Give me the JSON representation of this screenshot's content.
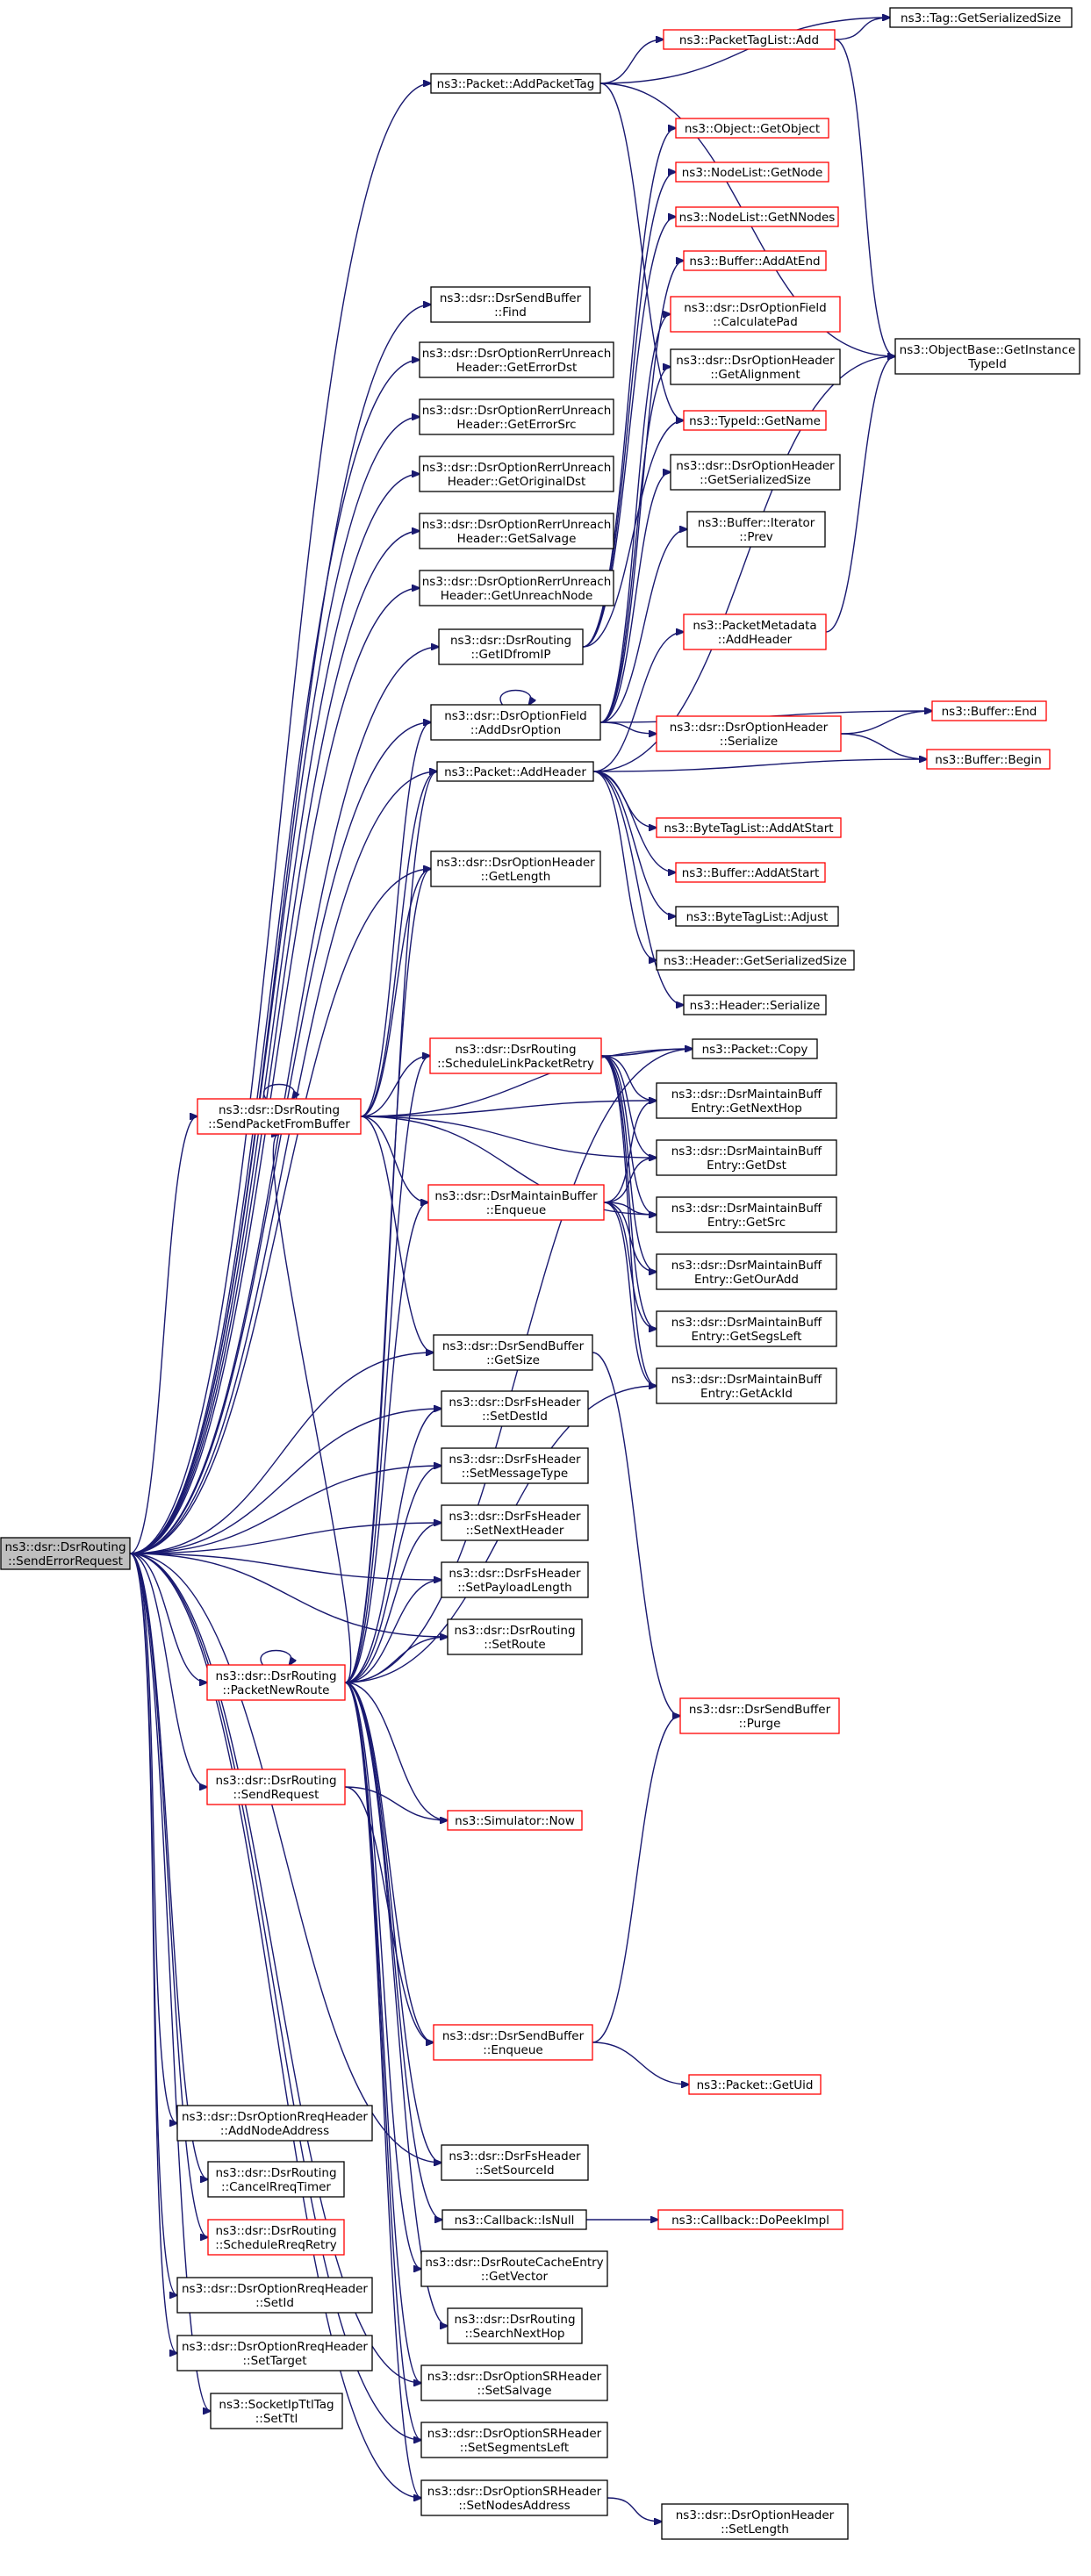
{
  "colors": {
    "edge": "#191970",
    "documented_border": "#000000",
    "undocumented_border": "#ff0000",
    "root_fill": "#bfbfbf"
  },
  "nodes": {
    "root": {
      "lines": [
        "ns3::dsr::DsrRouting",
        "::SendErrorRequest"
      ],
      "style": "root"
    },
    "pkt_addpackettag": {
      "lines": [
        "ns3::Packet::AddPacketTag"
      ],
      "style": "black"
    },
    "packettaglist_add": {
      "lines": [
        "ns3::PacketTagList::Add"
      ],
      "style": "red"
    },
    "tag_getserializedsize": {
      "lines": [
        "ns3::Tag::GetSerializedSize"
      ],
      "style": "black"
    },
    "objectbase_getinstancetypeid": {
      "lines": [
        "ns3::ObjectBase::GetInstance",
        "TypeId"
      ],
      "style": "black"
    },
    "object_getobject": {
      "lines": [
        "ns3::Object::GetObject"
      ],
      "style": "red"
    },
    "nodelist_getnode": {
      "lines": [
        "ns3::NodeList::GetNode"
      ],
      "style": "red"
    },
    "nodelist_getnnodes": {
      "lines": [
        "ns3::NodeList::GetNNodes"
      ],
      "style": "red"
    },
    "buffer_addatend": {
      "lines": [
        "ns3::Buffer::AddAtEnd"
      ],
      "style": "red"
    },
    "optionfield_calculatepad": {
      "lines": [
        "ns3::dsr::DsrOptionField",
        "::CalculatePad"
      ],
      "style": "red"
    },
    "optionheader_getalignment": {
      "lines": [
        "ns3::dsr::DsrOptionHeader",
        "::GetAlignment"
      ],
      "style": "black"
    },
    "typeid_getname": {
      "lines": [
        "ns3::TypeId::GetName"
      ],
      "style": "red"
    },
    "optionheader_getserializedsize": {
      "lines": [
        "ns3::dsr::DsrOptionHeader",
        "::GetSerializedSize"
      ],
      "style": "black"
    },
    "buffer_iterator_prev": {
      "lines": [
        "ns3::Buffer::Iterator",
        "::Prev"
      ],
      "style": "black"
    },
    "packetmetadata_addheader": {
      "lines": [
        "ns3::PacketMetadata",
        "::AddHeader"
      ],
      "style": "red"
    },
    "optionheader_serialize": {
      "lines": [
        "ns3::dsr::DsrOptionHeader",
        "::Serialize"
      ],
      "style": "red"
    },
    "buffer_end": {
      "lines": [
        "ns3::Buffer::End"
      ],
      "style": "red"
    },
    "buffer_begin": {
      "lines": [
        "ns3::Buffer::Begin"
      ],
      "style": "red"
    },
    "bytetaglist_addatstart": {
      "lines": [
        "ns3::ByteTagList::AddAtStart"
      ],
      "style": "red"
    },
    "buffer_addatstart": {
      "lines": [
        "ns3::Buffer::AddAtStart"
      ],
      "style": "red"
    },
    "bytetaglist_adjust": {
      "lines": [
        "ns3::ByteTagList::Adjust"
      ],
      "style": "black"
    },
    "header_getserializedsize": {
      "lines": [
        "ns3::Header::GetSerializedSize"
      ],
      "style": "black"
    },
    "header_serialize": {
      "lines": [
        "ns3::Header::Serialize"
      ],
      "style": "black"
    },
    "packet_copy": {
      "lines": [
        "ns3::Packet::Copy"
      ],
      "style": "black"
    },
    "mbe_getnexthop": {
      "lines": [
        "ns3::dsr::DsrMaintainBuff",
        "Entry::GetNextHop"
      ],
      "style": "black"
    },
    "mbe_getdst": {
      "lines": [
        "ns3::dsr::DsrMaintainBuff",
        "Entry::GetDst"
      ],
      "style": "black"
    },
    "mbe_getsrc": {
      "lines": [
        "ns3::dsr::DsrMaintainBuff",
        "Entry::GetSrc"
      ],
      "style": "black"
    },
    "mbe_getouradd": {
      "lines": [
        "ns3::dsr::DsrMaintainBuff",
        "Entry::GetOurAdd"
      ],
      "style": "black"
    },
    "mbe_getsegsleft": {
      "lines": [
        "ns3::dsr::DsrMaintainBuff",
        "Entry::GetSegsLeft"
      ],
      "style": "black"
    },
    "mbe_getackid": {
      "lines": [
        "ns3::dsr::DsrMaintainBuff",
        "Entry::GetAckId"
      ],
      "style": "black"
    },
    "sendbuffer_find": {
      "lines": [
        "ns3::dsr::DsrSendBuffer",
        "::Find"
      ],
      "style": "black"
    },
    "rerr_geterrordst": {
      "lines": [
        "ns3::dsr::DsrOptionRerrUnreach",
        "Header::GetErrorDst"
      ],
      "style": "black"
    },
    "rerr_geterrorsrc": {
      "lines": [
        "ns3::dsr::DsrOptionRerrUnreach",
        "Header::GetErrorSrc"
      ],
      "style": "black"
    },
    "rerr_getoriginaldst": {
      "lines": [
        "ns3::dsr::DsrOptionRerrUnreach",
        "Header::GetOriginalDst"
      ],
      "style": "black"
    },
    "rerr_getsalvage": {
      "lines": [
        "ns3::dsr::DsrOptionRerrUnreach",
        "Header::GetSalvage"
      ],
      "style": "black"
    },
    "rerr_getunreachnode": {
      "lines": [
        "ns3::dsr::DsrOptionRerrUnreach",
        "Header::GetUnreachNode"
      ],
      "style": "black"
    },
    "routing_getidfromip": {
      "lines": [
        "ns3::dsr::DsrRouting",
        "::GetIDfromIP"
      ],
      "style": "black"
    },
    "optionfield_adddsroption": {
      "lines": [
        "ns3::dsr::DsrOptionField",
        "::AddDsrOption"
      ],
      "style": "black"
    },
    "packet_addheader": {
      "lines": [
        "ns3::Packet::AddHeader"
      ],
      "style": "black"
    },
    "optionheader_getlength": {
      "lines": [
        "ns3::dsr::DsrOptionHeader",
        "::GetLength"
      ],
      "style": "black"
    },
    "routing_sendpacketfrombuffer": {
      "lines": [
        "ns3::dsr::DsrRouting",
        "::SendPacketFromBuffer"
      ],
      "style": "red"
    },
    "routing_schedulelinkpacketretry": {
      "lines": [
        "ns3::dsr::DsrRouting",
        "::ScheduleLinkPacketRetry"
      ],
      "style": "red"
    },
    "maintainbuffer_enqueue": {
      "lines": [
        "ns3::dsr::DsrMaintainBuffer",
        "::Enqueue"
      ],
      "style": "red"
    },
    "sendbuffer_getsize": {
      "lines": [
        "ns3::dsr::DsrSendBuffer",
        "::GetSize"
      ],
      "style": "black"
    },
    "fsheader_setdestid": {
      "lines": [
        "ns3::dsr::DsrFsHeader",
        "::SetDestId"
      ],
      "style": "black"
    },
    "fsheader_setmessagetype": {
      "lines": [
        "ns3::dsr::DsrFsHeader",
        "::SetMessageType"
      ],
      "style": "black"
    },
    "fsheader_setnextheader": {
      "lines": [
        "ns3::dsr::DsrFsHeader",
        "::SetNextHeader"
      ],
      "style": "black"
    },
    "fsheader_setpayloadlength": {
      "lines": [
        "ns3::dsr::DsrFsHeader",
        "::SetPayloadLength"
      ],
      "style": "black"
    },
    "routing_setroute": {
      "lines": [
        "ns3::dsr::DsrRouting",
        "::SetRoute"
      ],
      "style": "black"
    },
    "routing_packetnewroute": {
      "lines": [
        "ns3::dsr::DsrRouting",
        "::PacketNewRoute"
      ],
      "style": "red"
    },
    "sendbuffer_purge": {
      "lines": [
        "ns3::dsr::DsrSendBuffer",
        "::Purge"
      ],
      "style": "red"
    },
    "routing_sendrequest": {
      "lines": [
        "ns3::dsr::DsrRouting",
        "::SendRequest"
      ],
      "style": "red"
    },
    "simulator_now": {
      "lines": [
        "ns3::Simulator::Now"
      ],
      "style": "red"
    },
    "sendbuffer_enqueue": {
      "lines": [
        "ns3::dsr::DsrSendBuffer",
        "::Enqueue"
      ],
      "style": "red"
    },
    "packet_getuid": {
      "lines": [
        "ns3::Packet::GetUid"
      ],
      "style": "red"
    },
    "rreq_addnodeaddress": {
      "lines": [
        "ns3::dsr::DsrOptionRreqHeader",
        "::AddNodeAddress"
      ],
      "style": "black"
    },
    "fsheader_setsourceid": {
      "lines": [
        "ns3::dsr::DsrFsHeader",
        "::SetSourceId"
      ],
      "style": "black"
    },
    "routing_cancelrreqtimer": {
      "lines": [
        "ns3::dsr::DsrRouting",
        "::CancelRreqTimer"
      ],
      "style": "black"
    },
    "callback_isnull": {
      "lines": [
        "ns3::Callback::IsNull"
      ],
      "style": "black"
    },
    "callback_dopeekimpl": {
      "lines": [
        "ns3::Callback::DoPeekImpl"
      ],
      "style": "red"
    },
    "routing_schedulerreqretry": {
      "lines": [
        "ns3::dsr::DsrRouting",
        "::ScheduleRreqRetry"
      ],
      "style": "red"
    },
    "routecacheentry_getvector": {
      "lines": [
        "ns3::dsr::DsrRouteCacheEntry",
        "::GetVector"
      ],
      "style": "black"
    },
    "rreq_setid": {
      "lines": [
        "ns3::dsr::DsrOptionRreqHeader",
        "::SetId"
      ],
      "style": "black"
    },
    "routing_searchnexthop": {
      "lines": [
        "ns3::dsr::DsrRouting",
        "::SearchNextHop"
      ],
      "style": "black"
    },
    "rreq_settarget": {
      "lines": [
        "ns3::dsr::DsrOptionRreqHeader",
        "::SetTarget"
      ],
      "style": "black"
    },
    "sr_setsalvage": {
      "lines": [
        "ns3::dsr::DsrOptionSRHeader",
        "::SetSalvage"
      ],
      "style": "black"
    },
    "socketipttltag_setttl": {
      "lines": [
        "ns3::SocketIpTtlTag",
        "::SetTtl"
      ],
      "style": "black"
    },
    "sr_setsegmentsleft": {
      "lines": [
        "ns3::dsr::DsrOptionSRHeader",
        "::SetSegmentsLeft"
      ],
      "style": "black"
    },
    "sr_setnodesaddress": {
      "lines": [
        "ns3::dsr::DsrOptionSRHeader",
        "::SetNodesAddress"
      ],
      "style": "black"
    },
    "optionheader_setlength": {
      "lines": [
        "ns3::dsr::DsrOptionHeader",
        "::SetLength"
      ],
      "style": "black"
    }
  },
  "edges": [
    [
      "root",
      "pkt_addpackettag"
    ],
    [
      "root",
      "sendbuffer_find"
    ],
    [
      "root",
      "rerr_geterrordst"
    ],
    [
      "root",
      "rerr_geterrorsrc"
    ],
    [
      "root",
      "rerr_getoriginaldst"
    ],
    [
      "root",
      "rerr_getsalvage"
    ],
    [
      "root",
      "rerr_getunreachnode"
    ],
    [
      "root",
      "routing_getidfromip"
    ],
    [
      "root",
      "optionfield_adddsroption"
    ],
    [
      "root",
      "packet_addheader"
    ],
    [
      "root",
      "optionheader_getlength"
    ],
    [
      "root",
      "routing_sendpacketfrombuffer"
    ],
    [
      "root",
      "sendbuffer_getsize"
    ],
    [
      "root",
      "fsheader_setdestid"
    ],
    [
      "root",
      "fsheader_setmessagetype"
    ],
    [
      "root",
      "fsheader_setnextheader"
    ],
    [
      "root",
      "fsheader_setpayloadlength"
    ],
    [
      "root",
      "routing_setroute"
    ],
    [
      "root",
      "routing_packetnewroute"
    ],
    [
      "root",
      "routing_sendrequest"
    ],
    [
      "root",
      "rreq_addnodeaddress"
    ],
    [
      "root",
      "routing_cancelrreqtimer"
    ],
    [
      "root",
      "routing_schedulerreqretry"
    ],
    [
      "root",
      "rreq_setid"
    ],
    [
      "root",
      "rreq_settarget"
    ],
    [
      "root",
      "socketipttltag_setttl"
    ],
    [
      "root",
      "fsheader_setsourceid"
    ],
    [
      "root",
      "sr_setsalvage"
    ],
    [
      "root",
      "sr_setsegmentsleft"
    ],
    [
      "root",
      "sr_setnodesaddress"
    ],
    [
      "pkt_addpackettag",
      "packettaglist_add"
    ],
    [
      "pkt_addpackettag",
      "tag_getserializedsize"
    ],
    [
      "pkt_addpackettag",
      "objectbase_getinstancetypeid"
    ],
    [
      "pkt_addpackettag",
      "typeid_getname"
    ],
    [
      "packettaglist_add",
      "tag_getserializedsize"
    ],
    [
      "packettaglist_add",
      "objectbase_getinstancetypeid"
    ],
    [
      "routing_getidfromip",
      "object_getobject"
    ],
    [
      "routing_getidfromip",
      "nodelist_getnode"
    ],
    [
      "routing_getidfromip",
      "nodelist_getnnodes"
    ],
    [
      "routing_getidfromip",
      "typeid_getname"
    ],
    [
      "optionfield_adddsroption",
      "optionfield_adddsroption"
    ],
    [
      "optionfield_adddsroption",
      "buffer_addatend"
    ],
    [
      "optionfield_adddsroption",
      "optionfield_calculatepad"
    ],
    [
      "optionfield_adddsroption",
      "optionheader_getalignment"
    ],
    [
      "optionfield_adddsroption",
      "optionheader_getserializedsize"
    ],
    [
      "optionfield_adddsroption",
      "buffer_iterator_prev"
    ],
    [
      "optionfield_adddsroption",
      "optionheader_serialize"
    ],
    [
      "optionfield_adddsroption",
      "buffer_end"
    ],
    [
      "packet_addheader",
      "packetmetadata_addheader"
    ],
    [
      "packet_addheader",
      "buffer_begin"
    ],
    [
      "packet_addheader",
      "bytetaglist_addatstart"
    ],
    [
      "packet_addheader",
      "buffer_addatstart"
    ],
    [
      "packet_addheader",
      "bytetaglist_adjust"
    ],
    [
      "packet_addheader",
      "header_getserializedsize"
    ],
    [
      "packet_addheader",
      "header_serialize"
    ],
    [
      "packet_addheader",
      "objectbase_getinstancetypeid"
    ],
    [
      "packetmetadata_addheader",
      "objectbase_getinstancetypeid"
    ],
    [
      "optionheader_serialize",
      "buffer_end"
    ],
    [
      "optionheader_serialize",
      "buffer_begin"
    ],
    [
      "routing_sendpacketfrombuffer",
      "routing_sendpacketfrombuffer"
    ],
    [
      "routing_sendpacketfrombuffer",
      "routing_schedulelinkpacketretry"
    ],
    [
      "routing_sendpacketfrombuffer",
      "maintainbuffer_enqueue"
    ],
    [
      "routing_sendpacketfrombuffer",
      "packet_copy"
    ],
    [
      "routing_sendpacketfrombuffer",
      "mbe_getnexthop"
    ],
    [
      "routing_sendpacketfrombuffer",
      "mbe_getdst"
    ],
    [
      "routing_sendpacketfrombuffer",
      "mbe_getsrc"
    ],
    [
      "routing_sendpacketfrombuffer",
      "optionheader_getlength"
    ],
    [
      "routing_sendpacketfrombuffer",
      "packet_addheader"
    ],
    [
      "routing_sendpacketfrombuffer",
      "optionfield_adddsroption"
    ],
    [
      "routing_sendpacketfrombuffer",
      "sendbuffer_getsize"
    ],
    [
      "routing_schedulelinkpacketretry",
      "packet_copy"
    ],
    [
      "routing_schedulelinkpacketretry",
      "mbe_getnexthop"
    ],
    [
      "routing_schedulelinkpacketretry",
      "mbe_getdst"
    ],
    [
      "routing_schedulelinkpacketretry",
      "mbe_getsrc"
    ],
    [
      "routing_schedulelinkpacketretry",
      "mbe_getouradd"
    ],
    [
      "routing_schedulelinkpacketretry",
      "mbe_getsegsleft"
    ],
    [
      "routing_schedulelinkpacketretry",
      "mbe_getackid"
    ],
    [
      "maintainbuffer_enqueue",
      "mbe_getnexthop"
    ],
    [
      "maintainbuffer_enqueue",
      "mbe_getdst"
    ],
    [
      "maintainbuffer_enqueue",
      "mbe_getsrc"
    ],
    [
      "maintainbuffer_enqueue",
      "mbe_getouradd"
    ],
    [
      "maintainbuffer_enqueue",
      "mbe_getsegsleft"
    ],
    [
      "maintainbuffer_enqueue",
      "mbe_getackid"
    ],
    [
      "sendbuffer_getsize",
      "sendbuffer_purge"
    ],
    [
      "routing_packetnewroute",
      "routing_packetnewroute"
    ],
    [
      "routing_packetnewroute",
      "routing_sendpacketfrombuffer"
    ],
    [
      "routing_packetnewroute",
      "simulator_now"
    ],
    [
      "routing_packetnewroute",
      "sendbuffer_enqueue"
    ],
    [
      "routing_packetnewroute",
      "fsheader_setsourceid"
    ],
    [
      "routing_packetnewroute",
      "callback_isnull"
    ],
    [
      "routing_packetnewroute",
      "routecacheentry_getvector"
    ],
    [
      "routing_packetnewroute",
      "routing_searchnexthop"
    ],
    [
      "routing_packetnewroute",
      "sr_setsalvage"
    ],
    [
      "routing_packetnewroute",
      "sr_setsegmentsleft"
    ],
    [
      "routing_packetnewroute",
      "sr_setnodesaddress"
    ],
    [
      "routing_packetnewroute",
      "fsheader_setdestid"
    ],
    [
      "routing_packetnewroute",
      "fsheader_setmessagetype"
    ],
    [
      "routing_packetnewroute",
      "fsheader_setnextheader"
    ],
    [
      "routing_packetnewroute",
      "fsheader_setpayloadlength"
    ],
    [
      "routing_packetnewroute",
      "routing_setroute"
    ],
    [
      "routing_packetnewroute",
      "packet_copy"
    ],
    [
      "routing_packetnewroute",
      "maintainbuffer_enqueue"
    ],
    [
      "routing_packetnewroute",
      "routing_schedulelinkpacketretry"
    ],
    [
      "routing_packetnewroute",
      "mbe_getackid"
    ],
    [
      "routing_packetnewroute",
      "packet_addheader"
    ],
    [
      "routing_packetnewroute",
      "optionheader_getlength"
    ],
    [
      "routing_sendrequest",
      "simulator_now"
    ],
    [
      "routing_sendrequest",
      "sendbuffer_enqueue"
    ],
    [
      "sendbuffer_enqueue",
      "packet_getuid"
    ],
    [
      "sendbuffer_enqueue",
      "sendbuffer_purge"
    ],
    [
      "callback_isnull",
      "callback_dopeekimpl"
    ],
    [
      "sr_setnodesaddress",
      "optionheader_setlength"
    ]
  ]
}
